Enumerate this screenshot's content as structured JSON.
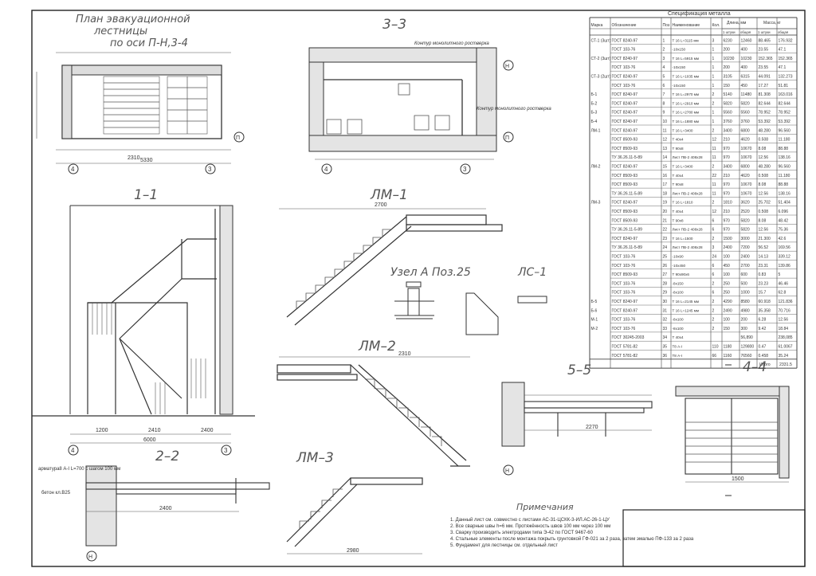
{
  "titles": {
    "plan": [
      "План эвакуационной",
      "лестницы",
      "по оси П-Н,3-4"
    ],
    "s33": "3–3",
    "s11": "1–1",
    "lm1": "ЛМ–1",
    "uzel": "Узел А   Поз.25",
    "ls1": "ЛС–1",
    "lm2": "ЛМ–2",
    "s55": "5–5",
    "s44": "4–4",
    "s22": "2–2",
    "lm3": "ЛМ–3"
  },
  "callouts": {
    "kontur1": "Контур монолитного ростверка",
    "kontur2": "Контур монолитного ростверка",
    "armatura": "арматура8 А-I L=700 с шагом 100 мм",
    "beton": "бетон кл.В25"
  },
  "axes": {
    "a4": "4",
    "a3": "3",
    "aP": "П",
    "aN": "Н"
  },
  "dims": {
    "plan_total": "5330",
    "plan_mid": "2310",
    "s11_total": "6000",
    "s11_a": "1200",
    "s11_b": "2410",
    "s11_c": "2400",
    "lm1_len": "2700",
    "lm2_len": "2310",
    "lm3_len": "2980",
    "s22_len": "2400",
    "s55_len": "2270",
    "s44_len": "1500"
  },
  "spec": {
    "title": "Спецификация металла",
    "headers": [
      "Марка",
      "Обозначение",
      "Поз",
      "Наименование",
      "Кол.",
      "Длина, мм",
      "Масса, кг"
    ],
    "subheaders": [
      "1 штуки",
      "общая",
      "1 штуки",
      "общая"
    ],
    "rows": [
      [
        "СТ-1 (3шт)",
        "ГОСТ 8240-97",
        "1",
        "Т 16 L=3115 мм",
        "3",
        "6230",
        "12460",
        "88.465",
        "176.932"
      ],
      [
        "",
        "ГОСТ 103-76",
        "2",
        "-10х150",
        "1",
        "200",
        "400",
        "23.55",
        "47.1"
      ],
      [
        "СТ-2 (3шт)",
        "ГОСТ 8240-97",
        "3",
        "Т 16 L=5915 мм",
        "1",
        "10230",
        "10230",
        "152.365",
        "152.365"
      ],
      [
        "",
        "ГОСТ 103-76",
        "4",
        "-10х150",
        "1",
        "200",
        "400",
        "23.55",
        "47.1"
      ],
      [
        "СТ-3 (2шт)",
        "ГОСТ 8240-97",
        "5",
        "Т 16 L=1035 мм",
        "1",
        "3105",
        "6315",
        "44.091",
        "132.273"
      ],
      [
        "",
        "ГОСТ 103-76",
        "6",
        "-10х150",
        "1",
        "150",
        "450",
        "17.27",
        "51.81"
      ],
      [
        "Б-1",
        "ГОСТ 8240-97",
        "7",
        "Т 16 L=2970 мм",
        "2",
        "5140",
        "11480",
        "81.308",
        "163.016"
      ],
      [
        "Б-2",
        "ГОСТ 8240-97",
        "8",
        "Т 16 L=2910 мм",
        "2",
        "5820",
        "5820",
        "82.644",
        "82.644"
      ],
      [
        "Б-3",
        "ГОСТ 8240-97",
        "9",
        "Т 16 L=2780 мм",
        "1",
        "5560",
        "5560",
        "78.952",
        "78.952"
      ],
      [
        "Б-4",
        "ГОСТ 8240-97",
        "10",
        "Т 16 L=1880 мм",
        "1",
        "3760",
        "3760",
        "53.392",
        "53.392"
      ],
      [
        "ЛМ-1",
        "ГОСТ 8240-97",
        "11",
        "Т 16 L=3400",
        "2",
        "3400",
        "6800",
        "48.280",
        "96.560"
      ],
      [
        "",
        "ГОСТ 8509-93",
        "12",
        "Т 40х4",
        "12",
        "210",
        "4620",
        "0.508",
        "11.180"
      ],
      [
        "",
        "ГОСТ 8509-93",
        "13",
        "Т 90х8",
        "11",
        "970",
        "10670",
        "8.08",
        "88.88"
      ],
      [
        "",
        "ТУ 36.26.11-5-89",
        "14",
        "Лист ПВ-2 408х28",
        "11",
        "970",
        "10670",
        "12.56",
        "138.16"
      ],
      [
        "ЛМ-2",
        "ГОСТ 8240-97",
        "15",
        "Т 16 L=3400",
        "2",
        "3400",
        "6800",
        "48.280",
        "96.560"
      ],
      [
        "",
        "ГОСТ 8509-93",
        "16",
        "Т 40х4",
        "22",
        "210",
        "4620",
        "0.508",
        "11.180"
      ],
      [
        "",
        "ГОСТ 8509-93",
        "17",
        "Т 90х8",
        "11",
        "970",
        "10670",
        "8.08",
        "88.88"
      ],
      [
        "",
        "ТУ 36.26.11-5-89",
        "18",
        "Лист ПВ-2 408х28",
        "11",
        "970",
        "10670",
        "12.56",
        "138.16"
      ],
      [
        "ЛМ-3",
        "ГОСТ 8240-97",
        "19",
        "Т 16 L=1810",
        "2",
        "1810",
        "3620",
        "25.702",
        "51.404"
      ],
      [
        "",
        "ГОСТ 8509-93",
        "20",
        "Т 40х4",
        "12",
        "210",
        "2520",
        "0.508",
        "6.096"
      ],
      [
        "",
        "ГОСТ 8509-93",
        "21",
        "Т 90х8",
        "6",
        "970",
        "5820",
        "8.08",
        "48.42"
      ],
      [
        "",
        "ТУ 36.26.11-5-89",
        "22",
        "Лист ПВ-2 408х28",
        "6",
        "970",
        "5820",
        "12.56",
        "75.36"
      ],
      [
        "",
        "ГОСТ 8240-97",
        "23",
        "Т 16 L=1500",
        "2",
        "1500",
        "3000",
        "21.300",
        "42.6"
      ],
      [
        "",
        "ТУ 36.26.11-5-89",
        "24",
        "Лист ПВ-2 408х28",
        "3",
        "2400",
        "7200",
        "56.52",
        "169.56"
      ],
      [
        "",
        "ГОСТ 103-76",
        "25",
        "-10х90",
        "24",
        "100",
        "2400",
        "14.13",
        "339.12"
      ],
      [
        "",
        "ГОСТ 103-76",
        "26",
        "-10х450",
        "6",
        "450",
        "2700",
        "23.31",
        "139.86"
      ],
      [
        "",
        "ГОСТ 8509-93",
        "27",
        "Т 90х90х6",
        "6",
        "100",
        "600",
        "0.83",
        "5"
      ],
      [
        "",
        "ГОСТ 103-76",
        "28",
        "-8х150",
        "2",
        "250",
        "500",
        "23.23",
        "46.46"
      ],
      [
        "",
        "ГОСТ 103-76",
        "29",
        "-8х100",
        "6",
        "250",
        "1000",
        "15.7",
        "62.8"
      ],
      [
        "Б-5",
        "ГОСТ 8240-97",
        "30",
        "Т 16 L=2145 мм",
        "2",
        "4290",
        "8580",
        "60.918",
        "121.836"
      ],
      [
        "Б-6",
        "ГОСТ 8240-97",
        "31",
        "Т 16 L=1245 мм",
        "2",
        "2490",
        "4980",
        "35.358",
        "70.716"
      ],
      [
        "М-1",
        "ГОСТ 103-76",
        "32",
        "-8х100",
        "2",
        "100",
        "200",
        "6.28",
        "12.56"
      ],
      [
        "М-2",
        "ГОСТ 103-76",
        "33",
        "-8х100",
        "2",
        "150",
        "300",
        "9.42",
        "18.84"
      ],
      [
        "",
        "ГОСТ 30245-2003",
        "34",
        "Т 40х4",
        "",
        "",
        "56,890",
        "",
        "238,085"
      ],
      [
        "",
        "ГОСТ 5781-82",
        "35",
        "Т8 А-I",
        "110",
        "1180",
        "129800",
        "0.47",
        "61.0067"
      ],
      [
        "",
        "ГОСТ 5781-82",
        "36",
        "Т8 А-I",
        "66",
        "1160",
        "76560",
        "0.458",
        "35.24"
      ]
    ],
    "total_label": "Итого",
    "total_value": "2331.5"
  },
  "notes": {
    "title": "Примечания",
    "items": [
      "1. Данный лист см. совместно с листами АС-31-ЦСКК-3-ИЛ.АС-26-1-ЦУ",
      "2. Все сварные швы h=6 мм. Протяжённость швов 100 мм через 100 мм",
      "3. Сварку производить электродами типа Э-42 по ГОСТ 9467-60",
      "4. Стальные элементы после монтажа покрыть грунтовкой ГФ-021 за 2 раза, затем эмалью ПФ-133 за 2 раза",
      "5. Фундамент для лестницы см. отдельный лист"
    ]
  }
}
